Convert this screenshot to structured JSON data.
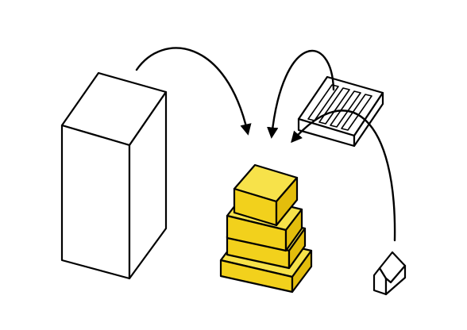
{
  "diagram": {
    "type": "isometric-massing-diagram",
    "elements": [
      {
        "id": "tall-tower-block",
        "shape": "box",
        "style": "white-outline"
      },
      {
        "id": "slatted-slab-block",
        "shape": "flat-box",
        "style": "white-outline-with-slats"
      },
      {
        "id": "small-house",
        "shape": "house",
        "style": "white-outline"
      },
      {
        "id": "stacked-yellow-blocks",
        "shape": "stacked-boxes",
        "count": 4,
        "style": "yellow-fill"
      }
    ],
    "arrows": [
      {
        "from": "tall-tower-block",
        "to": "stacked-yellow-blocks"
      },
      {
        "from": "slatted-slab-block",
        "to": "stacked-yellow-blocks"
      },
      {
        "from": "small-house",
        "to": "stacked-yellow-blocks"
      }
    ]
  },
  "colors": {
    "outline": "#000000",
    "background": "#ffffff",
    "box_face": "#ffffff",
    "yellow_top": "#f7e24a",
    "yellow_front": "#f2d11c",
    "yellow_side": "#e3bd0c",
    "yellow_face": "#f0cf1a"
  }
}
